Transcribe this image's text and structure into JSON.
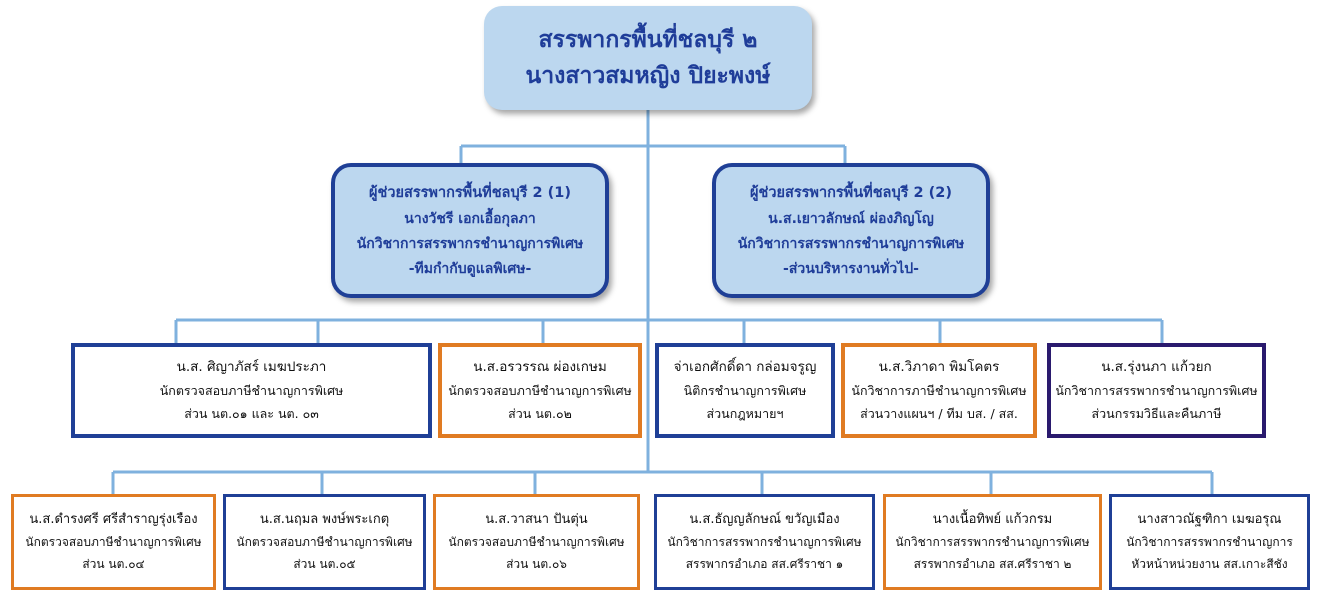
{
  "colors": {
    "connector": "#7fb1de",
    "navy_border": "#1f3f96",
    "orange_border": "#e07b22",
    "purple_border": "#2a1a6e",
    "top_fill": "#bcd7ef",
    "top_text": "#1f3d99"
  },
  "top": {
    "title": "สรรพากรพื้นที่ชลบุรี ๒",
    "name": "นางสาวสมหญิง ปิยะพงษ์"
  },
  "assistants": [
    {
      "title": "ผู้ช่วยสรรพากรพื้นที่ชลบุรี 2 (1)",
      "name": "นางวัชรี เอกเอื้อกุลภา",
      "position": "นักวิชาการสรรพากรชำนาญการพิเศษ",
      "unit": "-ทีมกำกับดูแลพิเศษ-"
    },
    {
      "title": "ผู้ช่วยสรรพากรพื้นที่ชลบุรี 2 (2)",
      "name": "น.ส.เยาวลักษณ์ ผ่องภิญโญ",
      "position": "นักวิชาการสรรพากรชำนาญการพิเศษ",
      "unit": "-ส่วนบริหารงานทั่วไป-"
    }
  ],
  "mid": [
    {
      "name": "น.ส. ศิญาภัสร์ เมฆประภา",
      "position": "นักตรวจสอบภาษีชำนาญการพิเศษ",
      "unit": "ส่วน นต.๐๑ และ นต. ๐๓"
    },
    {
      "name": "น.ส.อรวรรณ ผ่องเกษม",
      "position": "นักตรวจสอบภาษีชำนาญการพิเศษ",
      "unit": "ส่วน นต.๐๒"
    },
    {
      "name": "จ่าเอกศักดิ์ดา กล่อมจรูญ",
      "position": "นิติกรชำนาญการพิเศษ",
      "unit": "ส่วนกฎหมายฯ"
    },
    {
      "name": "น.ส.วิภาดา พิมโคตร",
      "position": "นักวิชาการภาษีชำนาญการพิเศษ",
      "unit": "ส่วนวางแผนฯ / ทีม บส. / สส."
    },
    {
      "name": "น.ส.รุ่งนภา แก้วยก",
      "position": "นักวิชาการสรรพากรชำนาญการพิเศษ",
      "unit": "ส่วนกรรมวิธีและคืนภาษี"
    }
  ],
  "bottom": [
    {
      "name": "น.ส.ดำรงศรี ศรีสำราญรุ่งเรือง",
      "position": "นักตรวจสอบภาษีชำนาญการพิเศษ",
      "unit": "ส่วน นต.๐๔"
    },
    {
      "name": "น.ส.นฤมล พงษ์พระเกตุ",
      "position": "นักตรวจสอบภาษีชำนาญการพิเศษ",
      "unit": "ส่วน นต.๐๕"
    },
    {
      "name": "น.ส.วาสนา ปันตุ่น",
      "position": "นักตรวจสอบภาษีชำนาญการพิเศษ",
      "unit": "ส่วน นต.๐๖"
    },
    {
      "name": "น.ส.ธัญญลักษณ์ ขวัญเมือง",
      "position": "นักวิชาการสรรพากรชำนาญการพิเศษ",
      "unit": "สรรพากรอำเภอ สส.ศรีราชา ๑"
    },
    {
      "name": "นางเนื้อทิพย์ แก้วกรม",
      "position": "นักวิชาการสรรพากรชำนาญการพิเศษ",
      "unit": "สรรพากรอำเภอ สส.ศรีราชา ๒"
    },
    {
      "name": "นางสาวณัฐฑิกา เมฆอรุณ",
      "position": "นักวิชาการสรรพากรชำนาญการ",
      "unit": "หัวหน้าหน่วยงาน สส.เกาะสีชัง"
    }
  ]
}
